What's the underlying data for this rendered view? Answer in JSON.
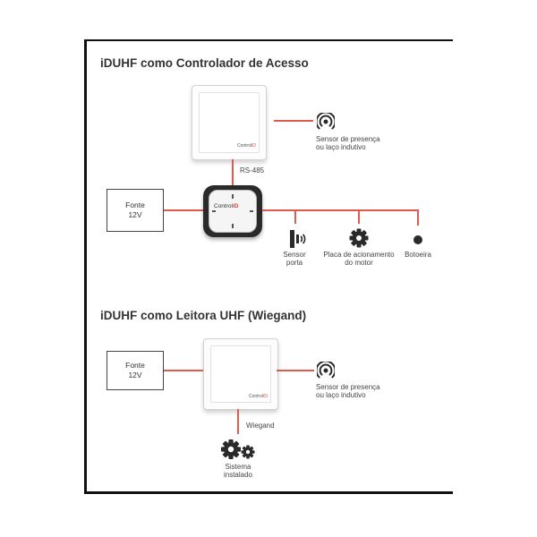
{
  "section1": {
    "title": "iDUHF como Controlador de Acesso",
    "device_brand": "Control",
    "device_brand_id": "iD",
    "sensor_label": "Sensor de presença\nou laço indutivo",
    "link_label": "RS-485",
    "power_label": "Fonte\n12V",
    "controller_brand": "Control",
    "controller_brand_id": "iD",
    "outputs": {
      "door_sensor": "Sensor\nporta",
      "motor_board": "Placa de acionamento\ndo motor",
      "button": "Botoeira"
    }
  },
  "section2": {
    "title": "iDUHF como Leitora UHF (Wiegand)",
    "device_brand": "Control",
    "device_brand_id": "iD",
    "sensor_label": "Sensor de presença\nou laço indutivo",
    "link_label": "Wiegand",
    "power_label": "Fonte\n12V",
    "system_label": "Sistema\ninstalado"
  },
  "colors": {
    "line": "#e05a4e",
    "brand_accent": "#d9473a",
    "frame": "#111111"
  },
  "icons": [
    "presence-sensor-icon",
    "door-sensor-icon",
    "gear-icon",
    "button-dot-icon",
    "gears-icon"
  ]
}
